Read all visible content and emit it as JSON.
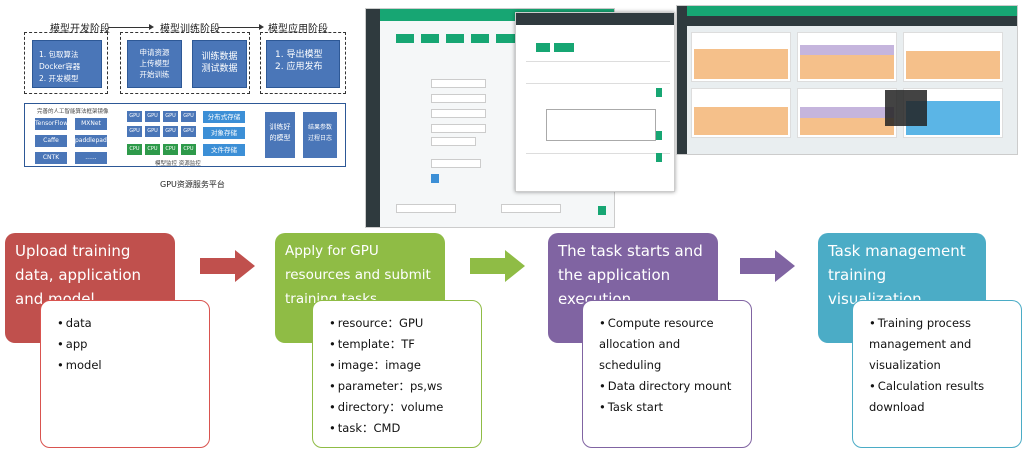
{
  "architecture": {
    "phases": [
      "模型开发阶段",
      "模型训练阶段",
      "模型应用阶段"
    ],
    "dev_box": [
      "1. 包取算法Docker容器",
      "2. 开发模型"
    ],
    "train_box": [
      "申请资源",
      "上传模型",
      "开始训练"
    ],
    "data_box": [
      "训练数据",
      "测试数据"
    ],
    "app_box": [
      "1. 导出模型",
      "2. 应用发布"
    ],
    "framework_title": "完善的人工智能算法框架镜像",
    "frameworks": [
      "TensorFlow",
      "MXNet",
      "Caffe",
      "paddlepaddle",
      "CNTK",
      "......"
    ],
    "gpu_label": "GPU",
    "cpu_label": "CPU",
    "storage": [
      "分布式存储",
      "对象存储",
      "文件存储"
    ],
    "monitor": "模型监控 资源监控",
    "trained_model": "训练好的模型",
    "result_log": "结果参数过程日志",
    "platform_title": "GPU资源服务平台"
  },
  "steps": [
    {
      "title": "Upload training data, application and model",
      "color": "#c0504d",
      "border": "#d9534f",
      "items": [
        "data",
        "app",
        "model"
      ]
    },
    {
      "title": "Apply for GPU resources and submit training tasks",
      "color": "#8fbc45",
      "border": "#8fbc45",
      "items": [
        "resource：GPU",
        "template：TF",
        "image：image",
        "parameter：ps,ws",
        "directory：volume",
        "task：CMD"
      ]
    },
    {
      "title": "The task starts and the application execution",
      "color": "#8064a2",
      "border": "#8064a2",
      "items": [
        "Compute resource allocation and scheduling",
        "Data directory mount",
        "Task start"
      ]
    },
    {
      "title": "Task management training visualization",
      "color": "#4bacc6",
      "border": "#4bacc6",
      "items": [
        "Training process management and visualization",
        "Calculation results download"
      ]
    }
  ],
  "colors": {
    "arrow": "#c0504d",
    "arrow2": "#8fbc45",
    "arrow3": "#8064a2"
  }
}
